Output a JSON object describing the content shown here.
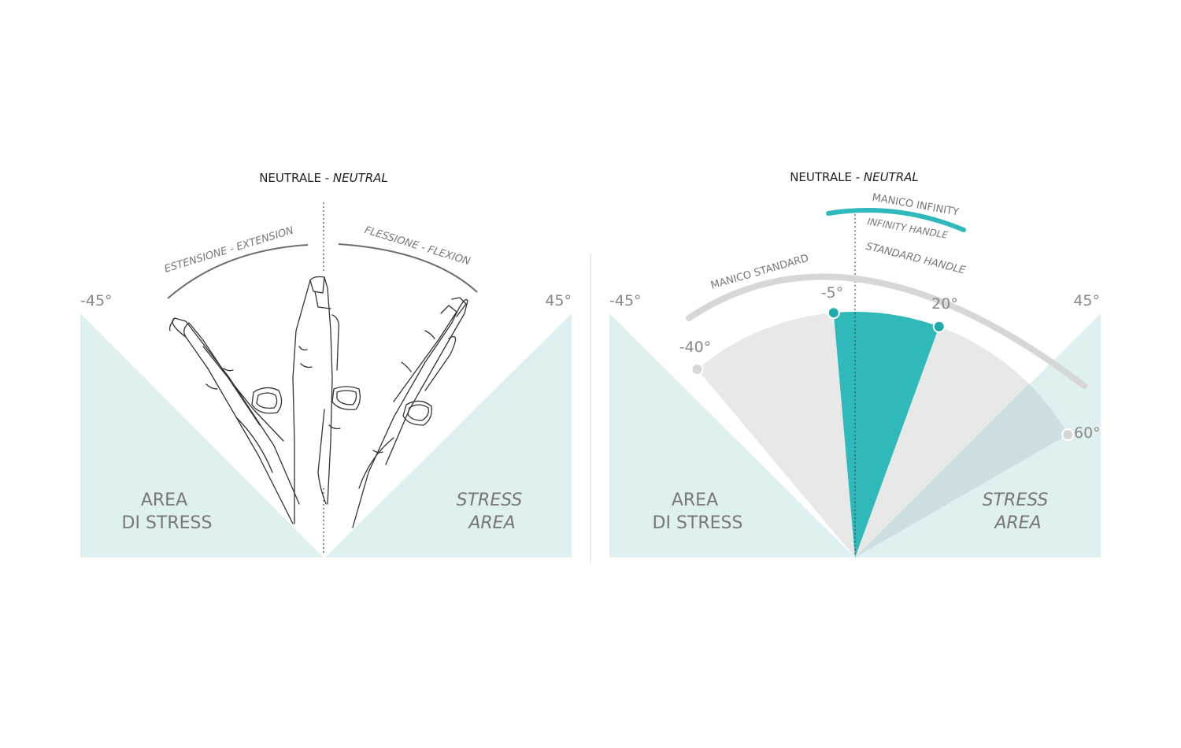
{
  "left_panel": {
    "neutral_label": "NEUTRALE - ",
    "neutral_label_en": "NEUTRAL",
    "extension_label": "ESTENSIONE - EXTENSION",
    "flexion_label": "FLESSIONE - FLEXION",
    "angle_left": "-45°",
    "angle_right": "45°",
    "stress_left_line1": "AREA",
    "stress_left_line2": "DI STRESS",
    "stress_right_line1": "STRESS",
    "stress_right_line2": "AREA"
  },
  "right_panel": {
    "neutral_label": "NEUTRALE - ",
    "neutral_label_en": "NEUTRAL",
    "angle_left": "-45°",
    "angle_right": "45°",
    "standard_handle_it": "MANICO STANDARD",
    "standard_handle_en": "STANDARD HANDLE",
    "infinity_handle_it": "MANICO INFINITY",
    "infinity_handle_en": "INFINITY HANDLE",
    "standard_range": {
      "min_label": "-40°",
      "max_label": "60°",
      "min_deg": -40,
      "max_deg": 60
    },
    "infinity_range": {
      "min_label": "-5°",
      "max_label": "20°",
      "min_deg": -5,
      "max_deg": 20
    },
    "stress_left_line1": "AREA",
    "stress_left_line2": "DI STRESS",
    "stress_right_line1": "STRESS",
    "stress_right_line2": "AREA"
  },
  "colors": {
    "stress_fill": "#dff0f1",
    "infinity_teal": "#2fb9bb",
    "standard_gray": "#e8e8e8",
    "arc_gray": "#d7d7d7",
    "overlap_gray": "#cddfe0",
    "text_gray": "#7a7a7a",
    "line_dark": "#6e6e6e"
  },
  "icons": [
    "hand-outline-icon"
  ]
}
